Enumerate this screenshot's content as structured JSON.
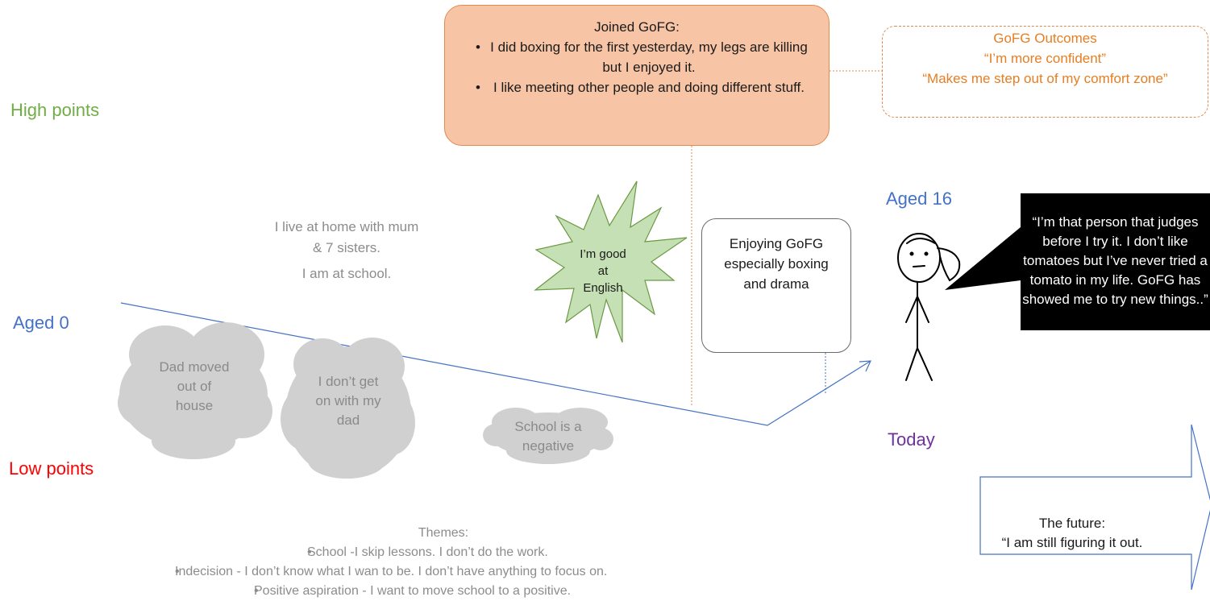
{
  "labels": {
    "high_points": "High points",
    "aged_0": "Aged 0",
    "low_points": "Low points",
    "aged_16": "Aged 16",
    "today": "Today"
  },
  "colors": {
    "high_points": "#70ad47",
    "aged": "#4472c4",
    "low_points": "#ff0000",
    "today": "#7030a0",
    "orange_box_fill": "#f7c5a6",
    "outcomes_text": "#e67e22",
    "starburst": "#c5e0b4",
    "cloud": "#d0d0d0"
  },
  "joined": {
    "title": "Joined GoFG:",
    "bullets": [
      "I did boxing for the first yesterday, my legs are killing but I enjoyed it.",
      "I like meeting other people and doing different stuff."
    ]
  },
  "outcomes": {
    "title": "GoFG Outcomes",
    "quote1": "“I’m more confident”",
    "quote2": "“Makes me step out of my comfort zone”"
  },
  "home": {
    "line1": "I live at home with mum & 7 sisters.",
    "line2": "I am at school."
  },
  "starburst_text": "I’m good at English",
  "enjoying": "Enjoying GoFG especially boxing and drama",
  "speech": "“I’m that person that judges before I try it. I don’t like tomatoes but I’ve never tried a tomato in my life. GoFG has showed me to try new things..”",
  "clouds": {
    "dad_moved": "Dad moved out of house",
    "dont_get_on": "I don’t get on with my dad",
    "school_negative": "School is a negative"
  },
  "themes": {
    "title": "Themes:",
    "items": [
      "School -I skip lessons. I don’t do the work.",
      "Indecision - I don’t know what I wan to be. I don’t have anything to focus on.",
      "Positive aspiration - I want to move school to a positive."
    ]
  },
  "future": {
    "title": "The future:",
    "quote": "“I am still figuring it out."
  },
  "icons": {
    "stick_figure": "stick-figure-girl-icon",
    "arrow": "right-arrow-icon"
  }
}
